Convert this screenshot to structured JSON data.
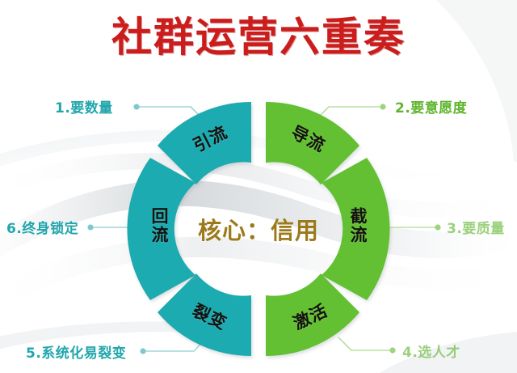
{
  "title": "社群运营六重奏",
  "center": {
    "text": "核心：信用",
    "color": "#9c7a1b"
  },
  "colors": {
    "teal": "#1babb0",
    "teal_dark": "#1a9aa0",
    "green": "#62c032",
    "green_dark": "#57b02b",
    "title_red": "#cc1d1d",
    "label_teal": "#22a6ac",
    "label_green": "#5fb52e",
    "center_gold": "#9c7a1b",
    "background": "#ffffff"
  },
  "segments": [
    {
      "id": "seg-yinliu",
      "label": "引流",
      "color": "teal",
      "position": "top-left",
      "orientation": "rotated"
    },
    {
      "id": "seg-daoliu",
      "label": "导流",
      "color": "green",
      "position": "top-right",
      "orientation": "rotated"
    },
    {
      "id": "seg-jieliu",
      "label": "截流",
      "color": "green",
      "position": "right",
      "orientation": "vertical"
    },
    {
      "id": "seg-jihuo",
      "label": "激活",
      "color": "green",
      "position": "bottom-right",
      "orientation": "rotated"
    },
    {
      "id": "seg-liebian",
      "label": "裂变",
      "color": "teal",
      "position": "bottom-left",
      "orientation": "rotated"
    },
    {
      "id": "seg-huiliu",
      "label": "回流",
      "color": "teal",
      "position": "left",
      "orientation": "vertical"
    }
  ],
  "callouts": [
    {
      "id": "callout-1",
      "text": "1.要数量",
      "color": "teal",
      "side": "left"
    },
    {
      "id": "callout-2",
      "text": "2.要意愿度",
      "color": "green",
      "side": "right"
    },
    {
      "id": "callout-3",
      "text": "3.要质量",
      "color": "green",
      "side": "right"
    },
    {
      "id": "callout-4",
      "text": "4.选人才",
      "color": "green",
      "side": "right"
    },
    {
      "id": "callout-5",
      "text": "5.系统化易裂变",
      "color": "teal",
      "side": "left"
    },
    {
      "id": "callout-6",
      "text": "6.终身锁定",
      "color": "teal",
      "side": "left"
    }
  ]
}
